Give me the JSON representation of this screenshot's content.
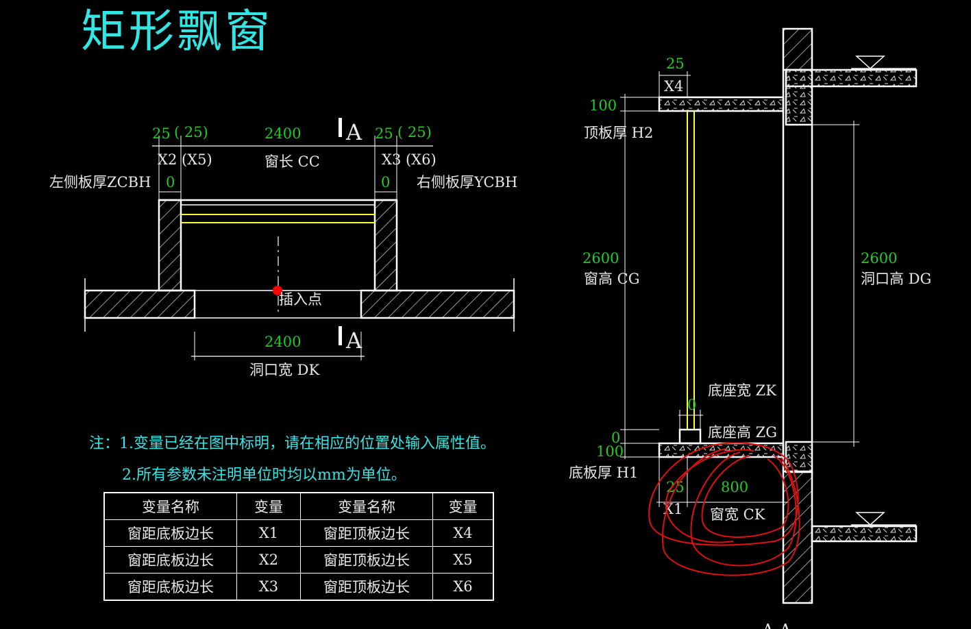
{
  "title": "矩形飘窗",
  "plan": {
    "dim_left_val": "25",
    "dim_left_paren": "( 25)",
    "dim_center_val": "2400",
    "dim_right_val": "25",
    "dim_right_paren": "( 25)",
    "label_x2": "X2 (X5)",
    "label_window_length": "窗长 CC",
    "label_x3": "X3 (X6)",
    "label_left_thickness": "左侧板厚ZCBH",
    "val_left_thickness": "0",
    "val_right_thickness": "0",
    "label_right_thickness": "右侧板厚YCBH",
    "section_mark": "A",
    "label_insert_point": "插入点",
    "dim_opening_width": "2400",
    "label_opening_width": "洞口宽 DK"
  },
  "section": {
    "val_x4": "25",
    "label_x4": "X4",
    "val_top_slab": "100",
    "label_top_slab": "顶板厚 H2",
    "val_window_height": "2600",
    "label_window_height": "窗高 CG",
    "val_opening_height": "2600",
    "label_opening_height": "洞口高 DG",
    "label_base_width": "底座宽 ZK",
    "val_base_width": "0",
    "val_base_height": "0",
    "label_base_height": "底座高 ZG",
    "val_bottom_slab": "100",
    "label_bottom_slab": "底板厚 H1",
    "val_x1": "25",
    "label_x1": "X1",
    "val_window_width": "800",
    "label_window_width": "窗宽 CK",
    "section_label": "A-A"
  },
  "notes": [
    "注：1.变量已经在图中标明，请在相应的位置处输入属性值。",
    "2.所有参数未注明单位时均以mm为单位。"
  ],
  "table": {
    "headers": [
      "变量名称",
      "变量",
      "变量名称",
      "变量"
    ],
    "rows": [
      [
        "窗距底板边长",
        "X1",
        "窗距顶板边长",
        "X4"
      ],
      [
        "窗距底板边长",
        "X2",
        "窗距顶板边长",
        "X5"
      ],
      [
        "窗距底板边长",
        "X3",
        "窗距顶板边长",
        "X6"
      ]
    ]
  },
  "colors": {
    "background": "#000000",
    "title": "#33e6e6",
    "dimension_value": "#22cc22",
    "label": "#e8e8e8",
    "glass": "#ffff33",
    "annotation": "#e01010"
  }
}
